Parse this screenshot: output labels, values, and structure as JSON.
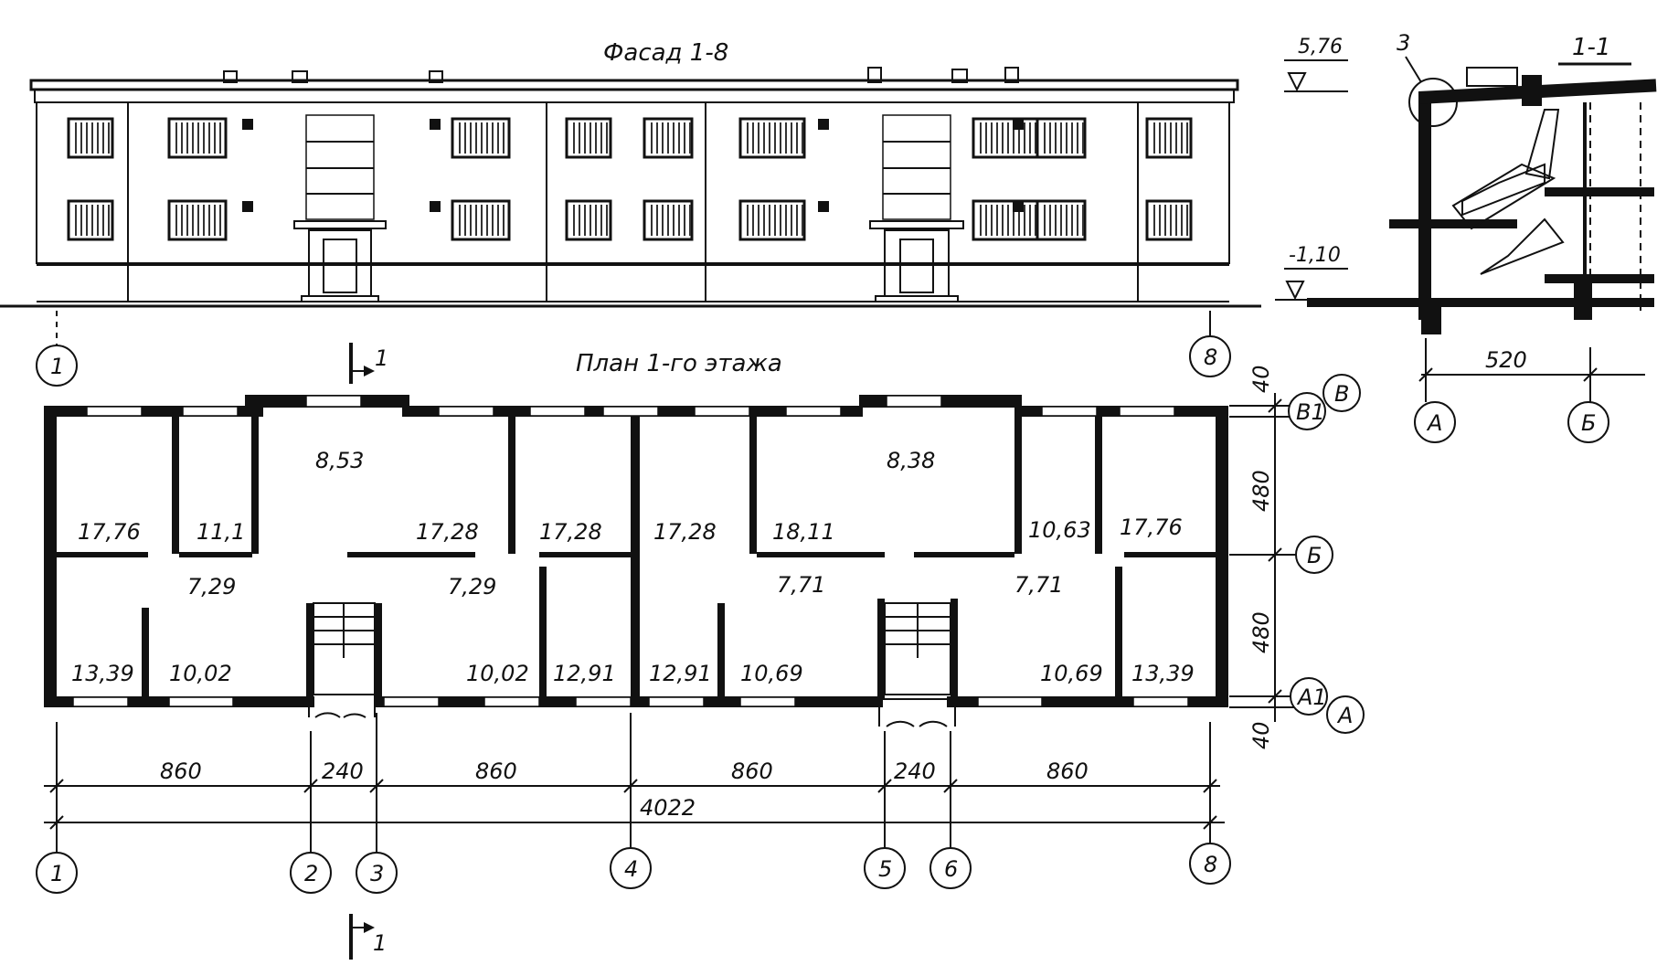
{
  "facade": {
    "title": "Фасад 1-8",
    "axis_left": "1",
    "axis_right": "8"
  },
  "levels": {
    "top": "5,76",
    "bottom": "-1,10"
  },
  "plan": {
    "title": "План 1-го этажа",
    "section_mark": "1",
    "rooms": [
      "17,76",
      "11,1",
      "8,53",
      "17,28",
      "17,28",
      "17,28",
      "18,11",
      "8,38",
      "10,63",
      "17,76",
      "7,29",
      "7,29",
      "7,71",
      "7,71",
      "13,39",
      "10,02",
      "10,02",
      "12,91",
      "12,91",
      "10,69",
      "10,69",
      "13,39"
    ],
    "dims_bottom": [
      "860",
      "240",
      "860",
      "860",
      "240",
      "860"
    ],
    "dim_total": "4022",
    "dims_right": [
      "40",
      "480",
      "480",
      "40"
    ],
    "axes_bottom": [
      "1",
      "2",
      "3",
      "4",
      "5",
      "6",
      "8"
    ],
    "axes_right": [
      "В",
      "В1",
      "Б",
      "А1",
      "А"
    ]
  },
  "section": {
    "title": "1-1",
    "detail": "3",
    "dim": "520",
    "axes": [
      "А",
      "Б"
    ]
  }
}
